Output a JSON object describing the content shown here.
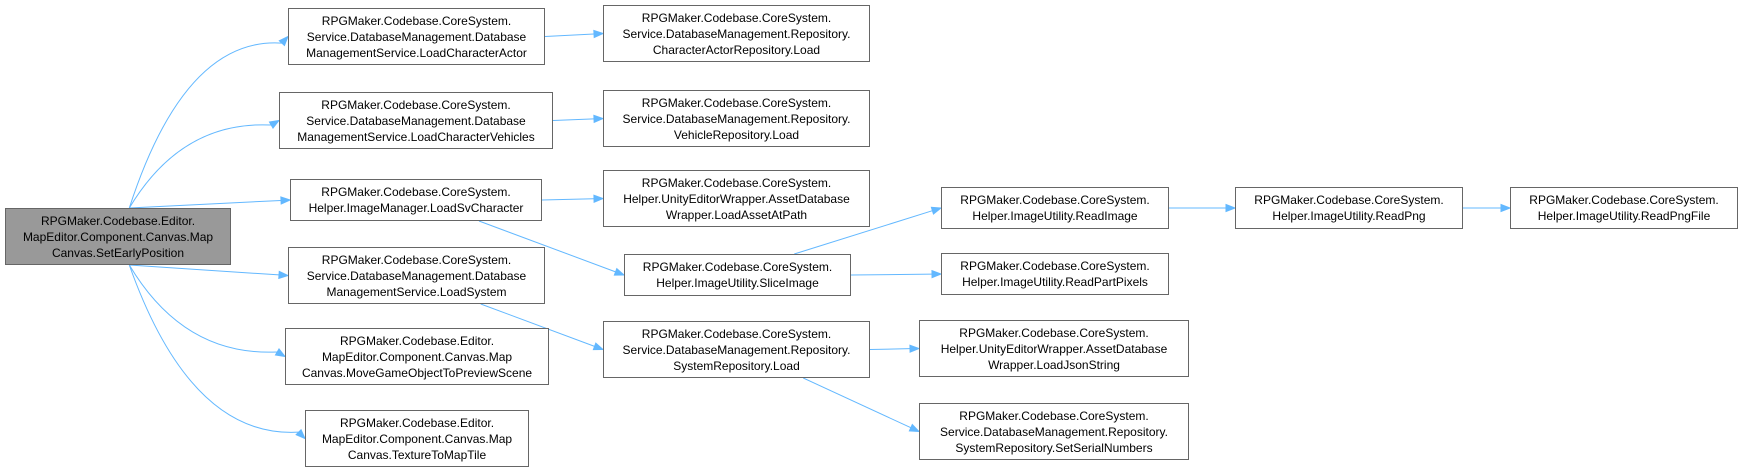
{
  "diagram": {
    "colors": {
      "edge": "#63b8ff",
      "node_border": "#666666",
      "root_fill": "#999999",
      "node_fill": "#ffffff"
    },
    "nodes": [
      {
        "id": "n0",
        "lines": [
          "RPGMaker.Codebase.Editor.",
          "MapEditor.Component.Canvas.Map",
          "Canvas.SetEarlyPosition"
        ],
        "root": true
      },
      {
        "id": "n1",
        "lines": [
          "RPGMaker.Codebase.CoreSystem.",
          "Service.DatabaseManagement.Database",
          "ManagementService.LoadCharacterActor"
        ]
      },
      {
        "id": "n2",
        "lines": [
          "RPGMaker.Codebase.CoreSystem.",
          "Service.DatabaseManagement.Database",
          "ManagementService.LoadCharacterVehicles"
        ]
      },
      {
        "id": "n3",
        "lines": [
          "RPGMaker.Codebase.CoreSystem.",
          "Helper.ImageManager.LoadSvCharacter"
        ]
      },
      {
        "id": "n4",
        "lines": [
          "RPGMaker.Codebase.CoreSystem.",
          "Service.DatabaseManagement.Database",
          "ManagementService.LoadSystem"
        ]
      },
      {
        "id": "n5",
        "lines": [
          "RPGMaker.Codebase.Editor.",
          "MapEditor.Component.Canvas.Map",
          "Canvas.MoveGameObjectToPreviewScene"
        ]
      },
      {
        "id": "n6",
        "lines": [
          "RPGMaker.Codebase.Editor.",
          "MapEditor.Component.Canvas.Map",
          "Canvas.TextureToMapTile"
        ]
      },
      {
        "id": "n7",
        "lines": [
          "RPGMaker.Codebase.CoreSystem.",
          "Service.DatabaseManagement.Repository.",
          "CharacterActorRepository.Load"
        ]
      },
      {
        "id": "n8",
        "lines": [
          "RPGMaker.Codebase.CoreSystem.",
          "Service.DatabaseManagement.Repository.",
          "VehicleRepository.Load"
        ]
      },
      {
        "id": "n9",
        "lines": [
          "RPGMaker.Codebase.CoreSystem.",
          "Helper.UnityEditorWrapper.AssetDatabase",
          "Wrapper.LoadAssetAtPath"
        ]
      },
      {
        "id": "n10",
        "lines": [
          "RPGMaker.Codebase.CoreSystem.",
          "Helper.ImageUtility.SliceImage"
        ]
      },
      {
        "id": "n11",
        "lines": [
          "RPGMaker.Codebase.CoreSystem.",
          "Service.DatabaseManagement.Repository.",
          "SystemRepository.Load"
        ]
      },
      {
        "id": "n12",
        "lines": [
          "RPGMaker.Codebase.CoreSystem.",
          "Helper.ImageUtility.ReadImage"
        ]
      },
      {
        "id": "n13",
        "lines": [
          "RPGMaker.Codebase.CoreSystem.",
          "Helper.ImageUtility.ReadPartPixels"
        ]
      },
      {
        "id": "n14",
        "lines": [
          "RPGMaker.Codebase.CoreSystem.",
          "Helper.UnityEditorWrapper.AssetDatabase",
          "Wrapper.LoadJsonString"
        ]
      },
      {
        "id": "n15",
        "lines": [
          "RPGMaker.Codebase.CoreSystem.",
          "Service.DatabaseManagement.Repository.",
          "SystemRepository.SetSerialNumbers"
        ]
      },
      {
        "id": "n16",
        "lines": [
          "RPGMaker.Codebase.CoreSystem.",
          "Helper.ImageUtility.ReadPng"
        ]
      },
      {
        "id": "n17",
        "lines": [
          "RPGMaker.Codebase.CoreSystem.",
          "Helper.ImageUtility.ReadPngFile"
        ]
      }
    ],
    "edges": [
      {
        "from": "n0",
        "to": "n1"
      },
      {
        "from": "n0",
        "to": "n2"
      },
      {
        "from": "n0",
        "to": "n3"
      },
      {
        "from": "n0",
        "to": "n4"
      },
      {
        "from": "n0",
        "to": "n5"
      },
      {
        "from": "n0",
        "to": "n6"
      },
      {
        "from": "n1",
        "to": "n7"
      },
      {
        "from": "n2",
        "to": "n8"
      },
      {
        "from": "n3",
        "to": "n9"
      },
      {
        "from": "n3",
        "to": "n10"
      },
      {
        "from": "n4",
        "to": "n11"
      },
      {
        "from": "n10",
        "to": "n12"
      },
      {
        "from": "n10",
        "to": "n13"
      },
      {
        "from": "n11",
        "to": "n14"
      },
      {
        "from": "n11",
        "to": "n15"
      },
      {
        "from": "n12",
        "to": "n16"
      },
      {
        "from": "n16",
        "to": "n17"
      }
    ]
  }
}
